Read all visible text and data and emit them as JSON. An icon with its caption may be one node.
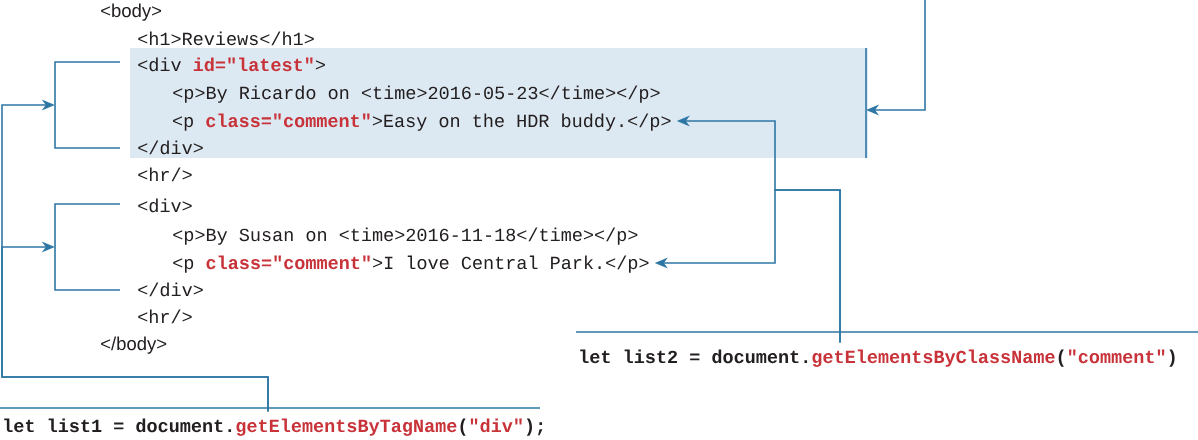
{
  "diagram": {
    "nodes": [
      {
        "text": [
          "<div **id=\"latest\"**>",
          "<p>By Ricardo on <time>2016-05-23</time></p>",
          "</div>"
        ]
      },
      {
        "text": [
          "<p **class=\"comment\"**>Easy on the HDR buddy.</p>"
        ],
        "in": 0
      },
      {
        "text": [],
        "shape": "bracket"
      },
      {
        "text": [],
        "shape": "bracket"
      },
      {
        "text": [
          "<p **class=\"comment\"**>I love Central Park.</p>"
        ]
      },
      {
        "text": [
          "let list1 = document.**getElementsByTagName**(**\"div\"**);"
        ]
      },
      {
        "text": [
          "let list2 = document.**getElementsByClassName**(**\"comment\"**)"
        ]
      }
    ],
    "edges": [
      {
        "from": null,
        "to": 0,
        "arrow": "to"
      },
      {
        "from": 5,
        "to": 2,
        "arrow": "to"
      },
      {
        "from": 5,
        "to": 3,
        "arrow": "to"
      },
      {
        "from": 6,
        "to": 1,
        "arrow": "to"
      },
      {
        "from": 6,
        "to": 4,
        "arrow": "to"
      }
    ],
    "labels": [
      "<body>",
      "<h1>Reviews</h1>",
      "<hr/>",
      "<div>",
      "<p>By Susan on <time>2016-11-18</time></p>",
      "</div>",
      "<hr/>",
      "</body>"
    ]
  }
}
